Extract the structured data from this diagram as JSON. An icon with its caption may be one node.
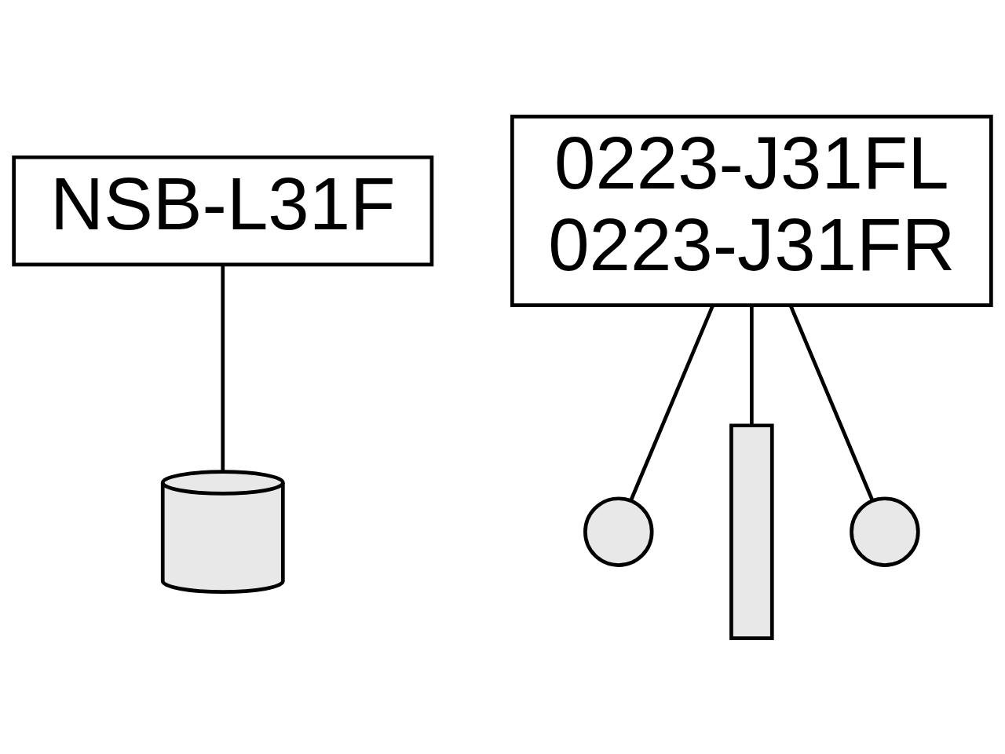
{
  "diagram": {
    "nodes": [
      {
        "text": [
          "NSB-L31F"
        ]
      },
      {
        "text": [],
        "shape": "cylinder"
      },
      {
        "text": [
          "0223-J31FL",
          "0223-J31FR"
        ]
      },
      {
        "text": [],
        "shape": "circle"
      },
      {
        "text": [],
        "shape": "bar"
      },
      {
        "text": [],
        "shape": "circle"
      }
    ],
    "edges": [
      {
        "from": 0,
        "to": 1,
        "arrow": "none"
      },
      {
        "from": 2,
        "to": 3,
        "arrow": "none"
      },
      {
        "from": 2,
        "to": 4,
        "arrow": "none"
      },
      {
        "from": 2,
        "to": 5,
        "arrow": "none"
      }
    ]
  }
}
